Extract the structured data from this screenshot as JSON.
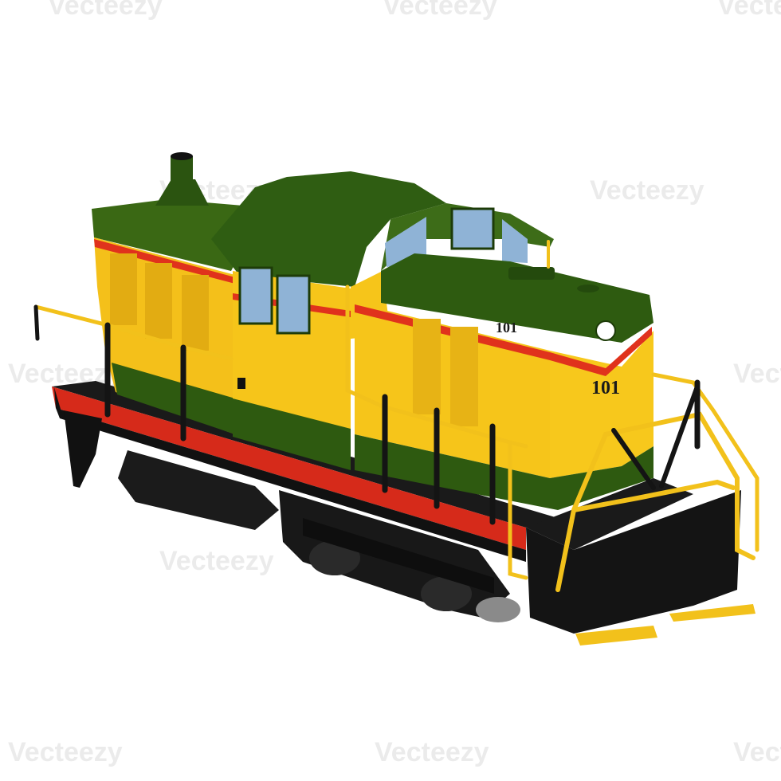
{
  "scene": {
    "subject": "locomotive",
    "colors": {
      "body_green": "#2f5d10",
      "body_yellow": "#f6c51a",
      "stripe_red": "#e0321c",
      "frame_black": "#141414",
      "window_blue": "#8fb3d6",
      "railing_yellow": "#f2c11b"
    }
  },
  "locomotive": {
    "number_cab": "101",
    "number_nose": "101"
  },
  "watermark": {
    "text": "Vecteezy"
  }
}
